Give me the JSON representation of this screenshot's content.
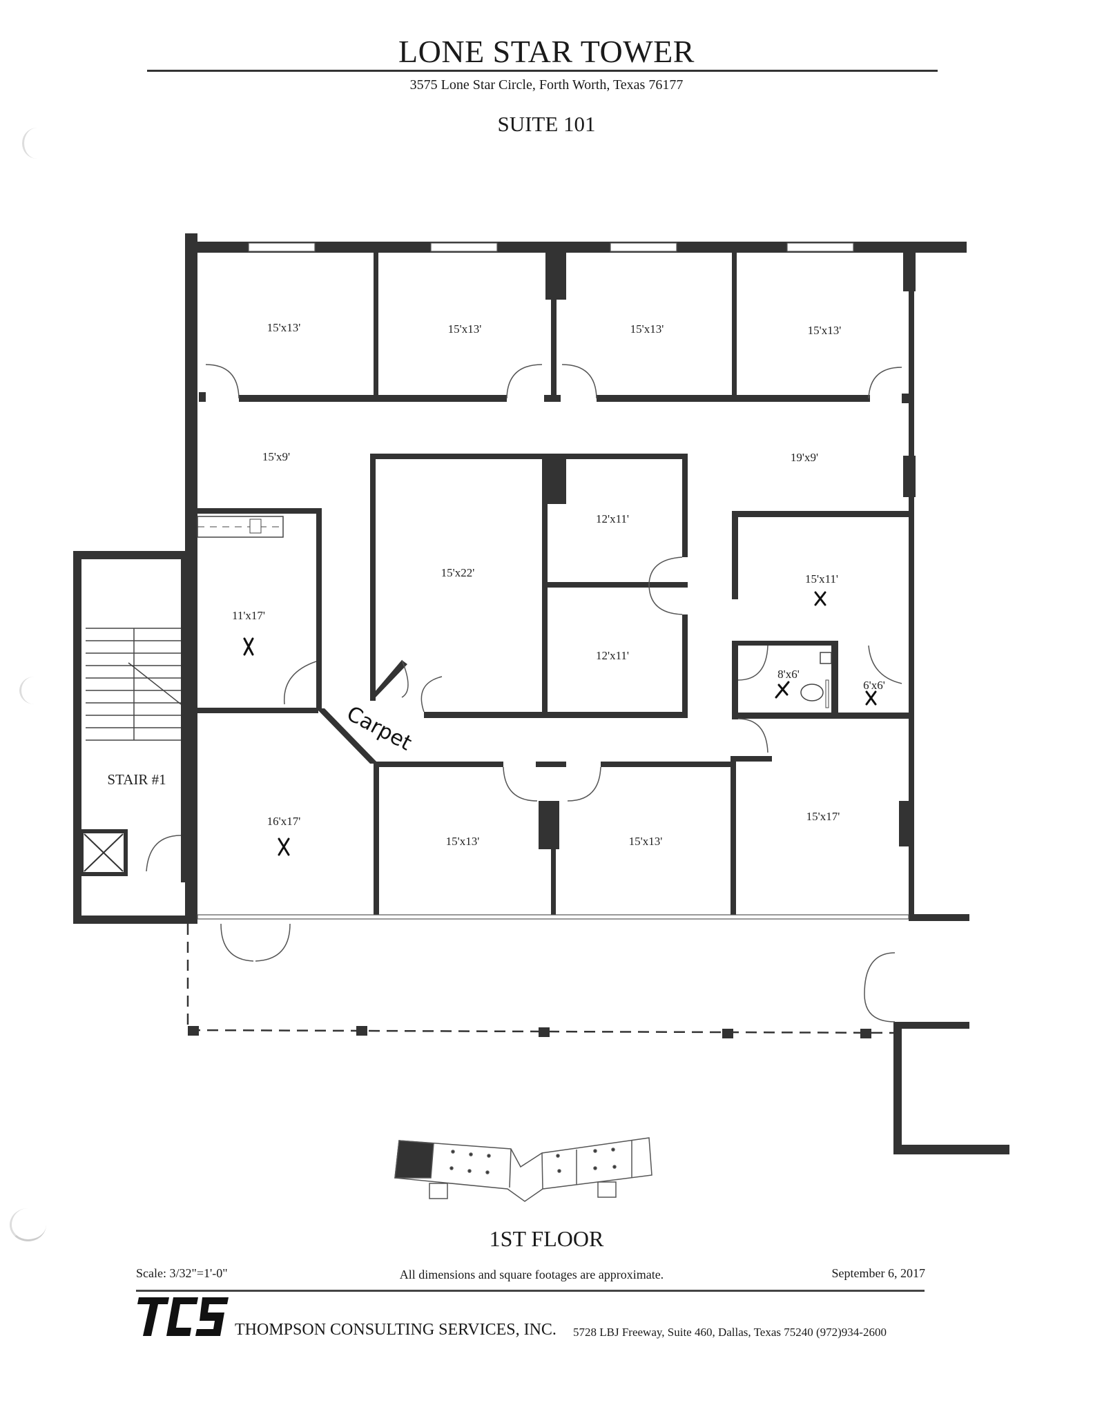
{
  "header": {
    "building_name": "LONE STAR TOWER",
    "address": "3575 Lone Star Circle, Forth Worth, Texas 76177",
    "suite": "SUITE 101"
  },
  "floor_plan": {
    "rooms": [
      {
        "id": "office-top-1",
        "dimensions": "15'x13'",
        "marked": false
      },
      {
        "id": "office-top-2",
        "dimensions": "15'x13'",
        "marked": false
      },
      {
        "id": "office-top-3",
        "dimensions": "15'x13'",
        "marked": false
      },
      {
        "id": "office-top-4",
        "dimensions": "15'x13'",
        "marked": false
      },
      {
        "id": "corridor-left",
        "dimensions": "15'x9'",
        "marked": false
      },
      {
        "id": "corridor-right",
        "dimensions": "19'x9'",
        "marked": false
      },
      {
        "id": "conference",
        "dimensions": "15'x22'",
        "marked": false
      },
      {
        "id": "office-mid-upper",
        "dimensions": "12'x11'",
        "marked": false
      },
      {
        "id": "office-mid-lower",
        "dimensions": "12'x11'",
        "marked": false
      },
      {
        "id": "office-right-mid",
        "dimensions": "15'x11'",
        "marked": true
      },
      {
        "id": "restroom",
        "dimensions": "8'x6'",
        "marked": true
      },
      {
        "id": "storage",
        "dimensions": "6'x6'",
        "marked": true
      },
      {
        "id": "break-room",
        "dimensions": "11'x17'",
        "marked": true
      },
      {
        "id": "reception",
        "dimensions": "16'x17'",
        "marked": true
      },
      {
        "id": "office-bottom-1",
        "dimensions": "15'x13'",
        "marked": false
      },
      {
        "id": "office-bottom-2",
        "dimensions": "15'x13'",
        "marked": false
      },
      {
        "id": "office-bottom-3",
        "dimensions": "15'x17'",
        "marked": false
      }
    ],
    "stair_label": "STAIR #1",
    "handwritten_note": "Carpet",
    "mark_symbol": "X"
  },
  "footer": {
    "floor": "1ST FLOOR",
    "scale": "Scale: 3/32\"=1'-0\"",
    "disclaimer": "All dimensions and square footages are approximate.",
    "date": "September 6, 2017",
    "company_logo": "TCS",
    "company_name": "THOMPSON CONSULTING SERVICES, INC.",
    "company_address": "5728 LBJ Freeway, Suite 460,  Dallas, Texas 75240   (972)934-2600"
  }
}
